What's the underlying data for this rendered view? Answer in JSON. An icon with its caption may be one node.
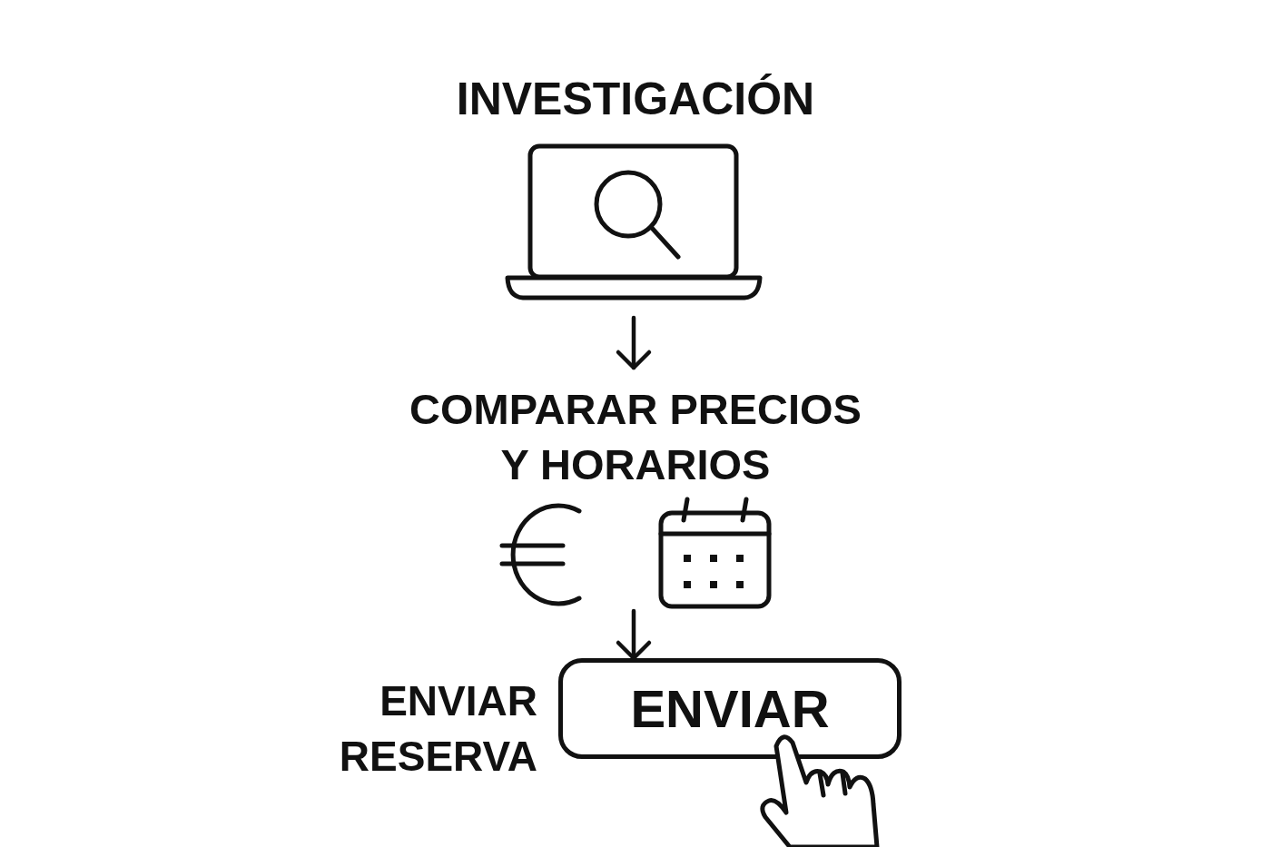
{
  "diagram": {
    "nodes": [
      {
        "text": [
          "INVESTIGACIÓN"
        ]
      },
      {
        "text": [
          "COMPARAR PRECIOS Y HORARIOS"
        ]
      },
      {
        "text": [
          "ENVIAR"
        ],
        "beside": [
          "ENVIAR RESERVA"
        ]
      }
    ],
    "edges": [
      {
        "from": 0,
        "to": 1,
        "arrow": "to"
      },
      {
        "from": 1,
        "to": 2,
        "arrow": "to"
      }
    ]
  }
}
